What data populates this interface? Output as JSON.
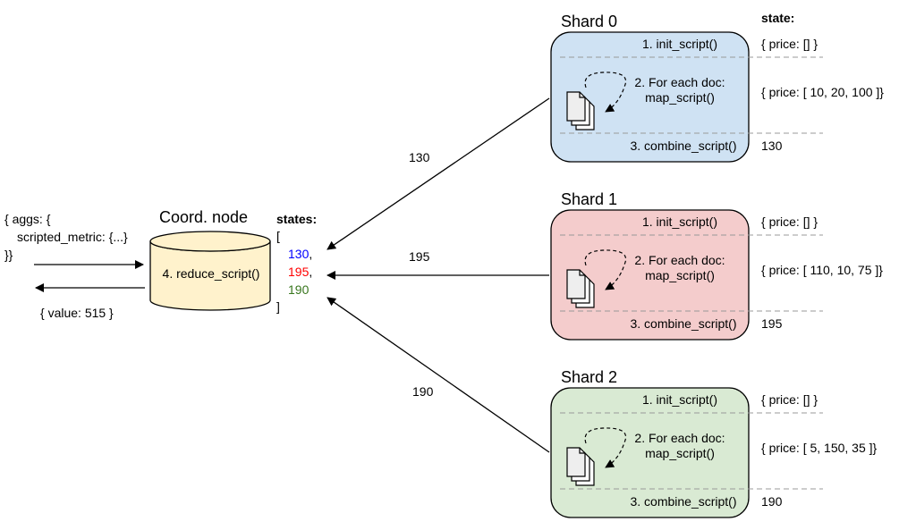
{
  "request": {
    "line1": "{ aggs: {",
    "line2": "scripted_metric: {...}",
    "line3": "}}"
  },
  "response": {
    "text": "{ value: 515 }"
  },
  "coordinator": {
    "title": "Coord. node",
    "step": "4. reduce_script()",
    "fill": "#fff2cc"
  },
  "states": {
    "title": "states:",
    "open": "[",
    "close": "]",
    "values": [
      {
        "text": "130",
        "sep": ",",
        "color": "#0000ff"
      },
      {
        "text": "195",
        "sep": ",",
        "color": "#ff0000"
      },
      {
        "text": "190",
        "sep": "",
        "color": "#38761d"
      }
    ]
  },
  "state_header": "state:",
  "shards": [
    {
      "title": "Shard 0",
      "fill": "#cfe2f3",
      "init": "1. init_script()",
      "map_line1": "2. For each doc:",
      "map_line2": "map_script()",
      "combine": "3. combine_script()",
      "state_init": "{ price: [] }",
      "state_map": "{ price: [ 10, 20, 100 ]}",
      "result": "130",
      "color": "#0000ff"
    },
    {
      "title": "Shard 1",
      "fill": "#f4cccc",
      "init": "1. init_script()",
      "map_line1": "2. For each doc:",
      "map_line2": "map_script()",
      "combine": "3. combine_script()",
      "state_init": "{ price: [] }",
      "state_map": "{ price: [ 110, 10, 75 ]}",
      "result": "195",
      "color": "#ff0000"
    },
    {
      "title": "Shard 2",
      "fill": "#d9ead3",
      "init": "1. init_script()",
      "map_line1": "2. For each doc:",
      "map_line2": "map_script()",
      "combine": "3. combine_script()",
      "state_init": "{ price: [] }",
      "state_map": "{ price: [ 5, 150, 35 ]}",
      "result": "190",
      "color": "#38761d"
    }
  ]
}
